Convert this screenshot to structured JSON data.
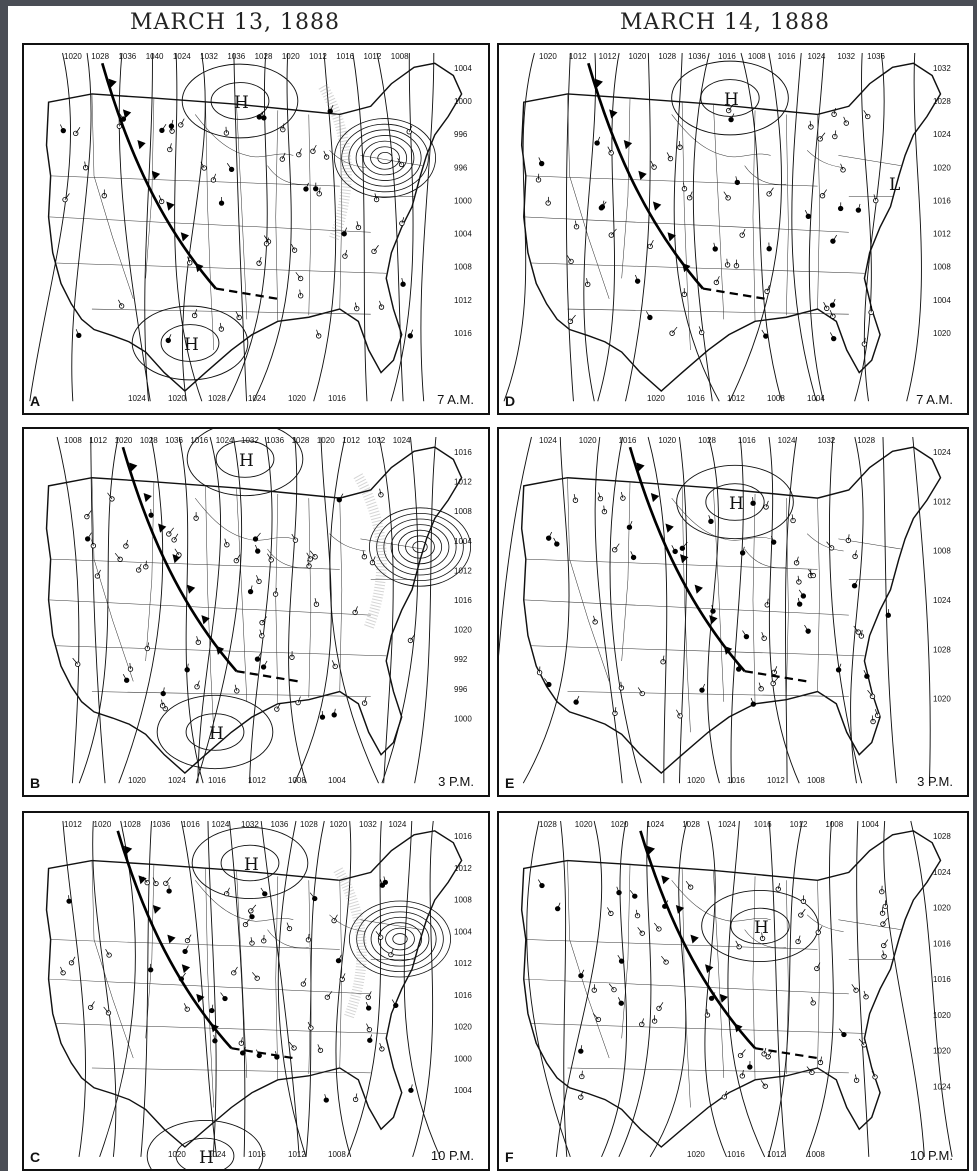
{
  "titles": {
    "left": "MARCH 13, 1888",
    "right": "MARCH 14, 1888"
  },
  "panels": [
    {
      "letter": "A",
      "time": "7 A.M.",
      "highs": [
        "H",
        "H"
      ],
      "lows": []
    },
    {
      "letter": "B",
      "time": "3 P.M.",
      "highs": [
        "H",
        "H"
      ],
      "lows": []
    },
    {
      "letter": "C",
      "time": "10 P.M.",
      "highs": [
        "H",
        "H"
      ],
      "lows": []
    },
    {
      "letter": "D",
      "time": "7 A.M.",
      "highs": [
        "H"
      ],
      "lows": [
        "L"
      ]
    },
    {
      "letter": "E",
      "time": "3 P.M.",
      "highs": [
        "H"
      ],
      "lows": []
    },
    {
      "letter": "F",
      "time": "10 P.M.",
      "highs": [
        "H"
      ],
      "lows": []
    }
  ],
  "isobar_labels": {
    "A": [
      "1020",
      "1028",
      "1036",
      "1040",
      "1024",
      "1032",
      "1036",
      "1028",
      "1020",
      "1012",
      "1016",
      "1012",
      "1008",
      "1004",
      "1000",
      "996",
      "996",
      "1000",
      "1004",
      "1008",
      "1012",
      "1016",
      "1016",
      "1020",
      "1024",
      "1028",
      "1020",
      "1024"
    ],
    "B": [
      "1008",
      "1012",
      "1020",
      "1028",
      "1036",
      "1016",
      "1024",
      "1032",
      "1036",
      "1028",
      "1020",
      "1012",
      "1032",
      "1024",
      "1016",
      "1012",
      "1008",
      "1004",
      "1012",
      "1016",
      "1020",
      "992",
      "996",
      "1000",
      "1004",
      "1008",
      "1012",
      "1016",
      "1024",
      "1020"
    ],
    "C": [
      "1012",
      "1020",
      "1028",
      "1036",
      "1016",
      "1024",
      "1032",
      "1036",
      "1028",
      "1020",
      "1032",
      "1024",
      "1016",
      "1012",
      "1008",
      "1004",
      "1012",
      "1016",
      "1020",
      "1000",
      "1004",
      "1008",
      "1012",
      "1016",
      "1024",
      "1020"
    ],
    "D": [
      "1020",
      "1012",
      "1012",
      "1020",
      "1028",
      "1036",
      "1016",
      "1008",
      "1016",
      "1024",
      "1032",
      "1036",
      "1032",
      "1028",
      "1024",
      "1020",
      "1016",
      "1012",
      "1008",
      "1004",
      "1020",
      "1004",
      "1008",
      "1012",
      "1016",
      "1020"
    ],
    "E": [
      "1024",
      "1020",
      "1016",
      "1020",
      "1028",
      "1016",
      "1024",
      "1032",
      "1028",
      "1024",
      "1012",
      "1008",
      "1024",
      "1028",
      "1020",
      "1008",
      "1012",
      "1016",
      "1020"
    ],
    "F": [
      "1028",
      "1020",
      "1020",
      "1024",
      "1028",
      "1024",
      "1016",
      "1012",
      "1008",
      "1004",
      "1028",
      "1024",
      "1020",
      "1016",
      "1016",
      "1020",
      "1020",
      "1024",
      "1008",
      "1012",
      "1016",
      "1020"
    ]
  }
}
